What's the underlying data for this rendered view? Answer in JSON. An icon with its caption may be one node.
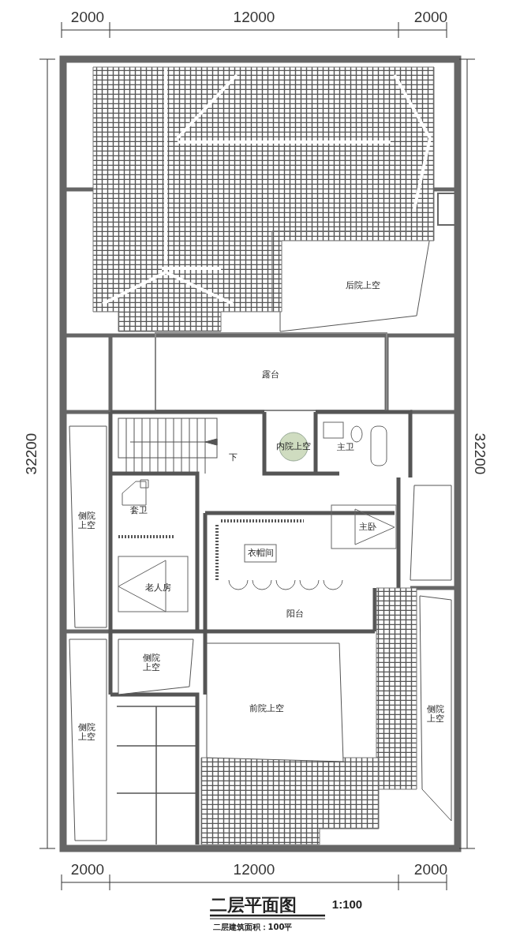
{
  "diagram": {
    "title": "二层平面图",
    "caption": "二层建筑面积：100平",
    "labels": [
      "2000",
      "12000",
      "2000",
      "32200",
      "32200",
      "后院上空",
      "露台",
      "内院上空",
      "主卫",
      "下",
      "套卫",
      "侧院上空",
      "衣帽间",
      "主卧",
      "老人房",
      "阳台",
      "侧院上空",
      "前院上空",
      "侧院上空",
      "侧院上空",
      "2000",
      "12000",
      "2000",
      "1:100"
    ]
  }
}
